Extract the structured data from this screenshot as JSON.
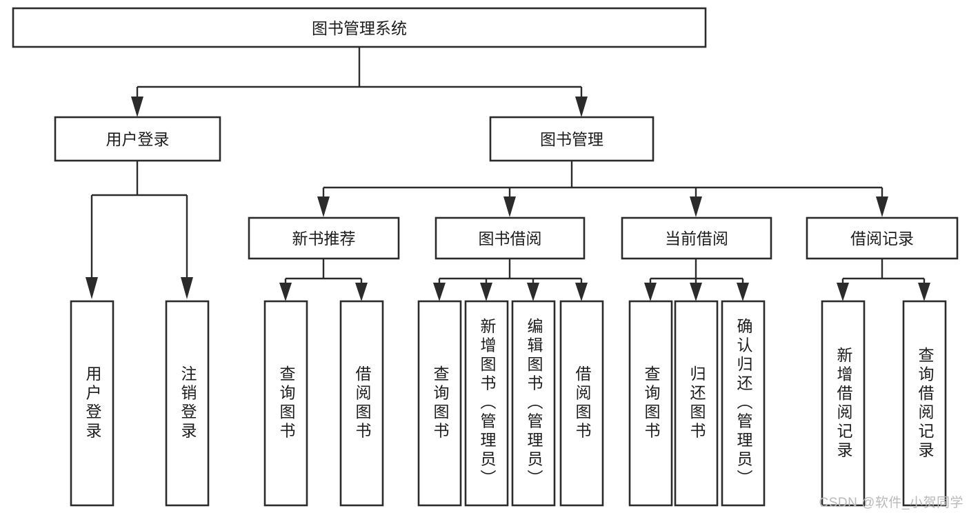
{
  "diagram": {
    "type": "tree",
    "title": "图书管理系统",
    "orientation": "top-down",
    "background_color": "#ffffff",
    "line_color": "#2b2b2b",
    "text_color": "#1c1c1c",
    "root": {
      "id": "root",
      "label": "图书管理系统"
    },
    "level2": [
      {
        "id": "user-login",
        "label": "用户登录"
      },
      {
        "id": "book-manage",
        "label": "图书管理"
      }
    ],
    "level3": [
      {
        "id": "new-book-recommend",
        "label": "新书推荐",
        "parent": "book-manage"
      },
      {
        "id": "book-borrow",
        "label": "图书借阅",
        "parent": "book-manage"
      },
      {
        "id": "current-borrow",
        "label": "当前借阅",
        "parent": "book-manage"
      },
      {
        "id": "borrow-record",
        "label": "借阅记录",
        "parent": "book-manage"
      }
    ],
    "leaves": [
      {
        "id": "leaf-user-login",
        "label": "用户登录",
        "parent": "user-login"
      },
      {
        "id": "leaf-user-logout",
        "label": "注销登录",
        "parent": "user-login"
      },
      {
        "id": "leaf-query-book-1",
        "label": "查询图书",
        "parent": "new-book-recommend"
      },
      {
        "id": "leaf-borrow-book-1",
        "label": "借阅图书",
        "parent": "new-book-recommend"
      },
      {
        "id": "leaf-query-book-2",
        "label": "查询图书",
        "parent": "book-borrow"
      },
      {
        "id": "leaf-add-book",
        "label": "新增图书（管理员）",
        "parent": "book-borrow"
      },
      {
        "id": "leaf-edit-book",
        "label": "编辑图书（管理员）",
        "parent": "book-borrow"
      },
      {
        "id": "leaf-borrow-book-2",
        "label": "借阅图书",
        "parent": "book-borrow"
      },
      {
        "id": "leaf-query-book-3",
        "label": "查询图书",
        "parent": "current-borrow"
      },
      {
        "id": "leaf-return-book",
        "label": "归还图书",
        "parent": "current-borrow"
      },
      {
        "id": "leaf-confirm-return",
        "label": "确认归还（管理员）",
        "parent": "current-borrow"
      },
      {
        "id": "leaf-add-record",
        "label": "新增借阅记录",
        "parent": "borrow-record"
      },
      {
        "id": "leaf-query-record",
        "label": "查询借阅记录",
        "parent": "borrow-record"
      }
    ]
  },
  "watermark": {
    "text": "CSDN @软件_小贺同学"
  }
}
